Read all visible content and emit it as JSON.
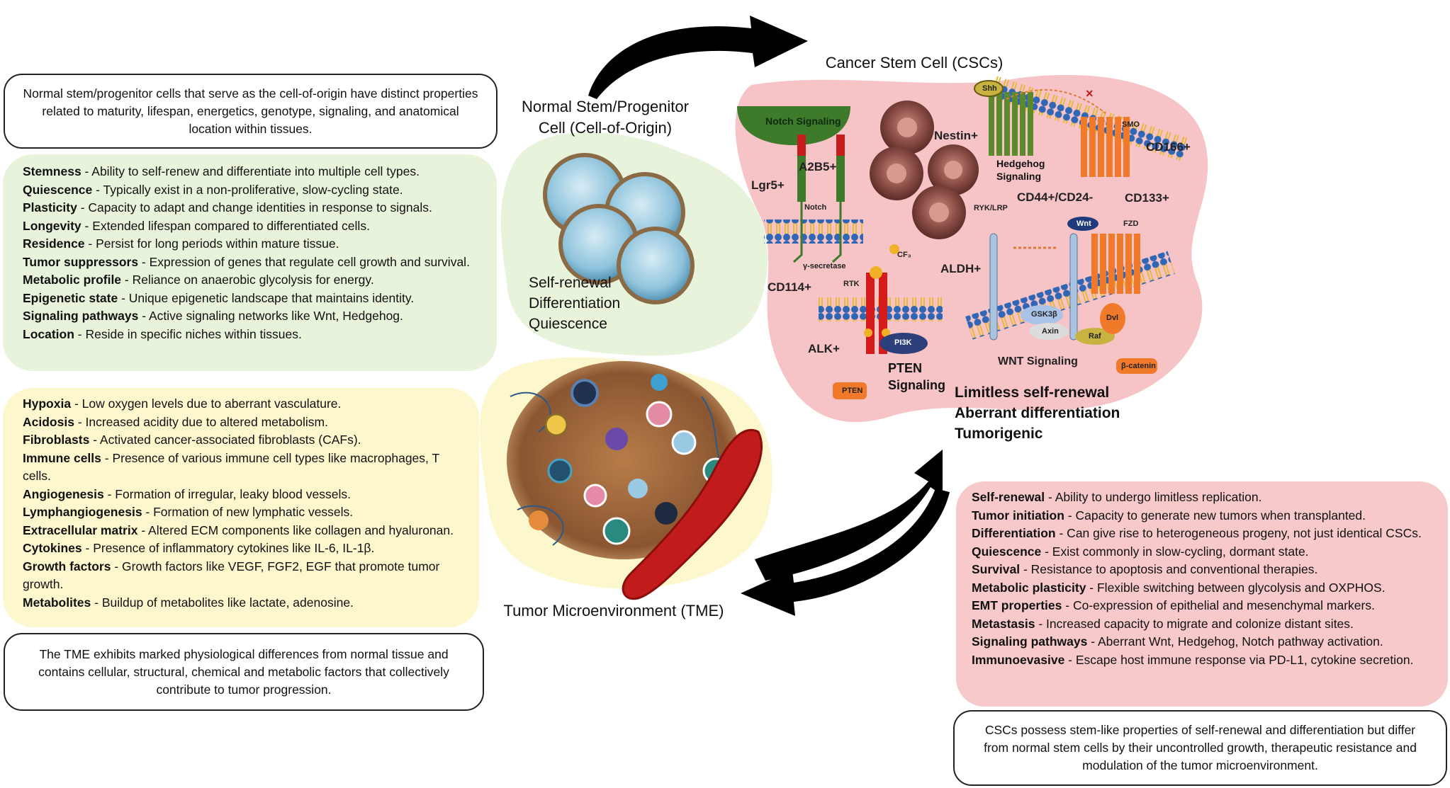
{
  "normal_cell": {
    "intro": "Normal stem/progenitor cells that serve as the cell-of-origin have distinct properties related to maturity, lifespan, energetics, genotype, signaling, and anatomical location within tissues.",
    "title_line1": "Normal Stem/Progenitor",
    "title_line2": "Cell (Cell-of-Origin)",
    "properties": [
      {
        "term": "Stemness",
        "desc": " - Ability to self-renew and differentiate into multiple cell types."
      },
      {
        "term": "Quiescence",
        "desc": " - Typically exist in a non-proliferative, slow-cycling state."
      },
      {
        "term": "Plasticity",
        "desc": " - Capacity to adapt and change identities in response to signals."
      },
      {
        "term": "Longevity",
        "desc": " - Extended lifespan compared to differentiated cells."
      },
      {
        "term": "Residence",
        "desc": " - Persist for long periods within mature tissue."
      },
      {
        "term": "Tumor suppressors",
        "desc": " - Expression of genes that regulate cell growth and survival."
      },
      {
        "term": "Metabolic profile",
        "desc": " - Reliance on anaerobic glycolysis for energy."
      },
      {
        "term": "Epigenetic state",
        "desc": " - Unique epigenetic landscape that maintains identity."
      },
      {
        "term": "Signaling pathways",
        "desc": " - Active signaling networks like Wnt, Hedgehog."
      },
      {
        "term": "Location",
        "desc": " - Reside in specific niches within tissues."
      }
    ],
    "image_caption": [
      "Self-renewal",
      "Differentiation",
      "Quiescence"
    ]
  },
  "tme": {
    "title": "Tumor Microenvironment (TME)",
    "properties": [
      {
        "term": "Hypoxia",
        "desc": " - Low oxygen levels due to aberrant vasculature."
      },
      {
        "term": "Acidosis",
        "desc": " - Increased acidity due to altered metabolism."
      },
      {
        "term": "Fibroblasts",
        "desc": " - Activated cancer-associated fibroblasts (CAFs)."
      },
      {
        "term": "Immune cells",
        "desc": " - Presence of various immune cell types like macrophages, T cells."
      },
      {
        "term": "Angiogenesis",
        "desc": " - Formation of irregular, leaky blood vessels."
      },
      {
        "term": "Lymphangiogenesis",
        "desc": " - Formation of new lymphatic vessels."
      },
      {
        "term": "Extracellular matrix",
        "desc": " - Altered ECM components like collagen and hyaluronan."
      },
      {
        "term": "Cytokines",
        "desc": " - Presence of inflammatory cytokines like IL-6, IL-1β."
      },
      {
        "term": "Growth factors",
        "desc": " - Growth factors like VEGF, FGF2, EGF that promote tumor growth."
      },
      {
        "term": "Metabolites",
        "desc": " - Buildup of metabolites like lactate, adenosine."
      }
    ],
    "summary": "The TME exhibits marked physiological differences from normal tissue and contains cellular, structural, chemical and metabolic factors that collectively contribute to tumor progression."
  },
  "csc": {
    "title": "Cancer Stem Cell (CSCs)",
    "markers": {
      "notch_signaling": "Notch Signaling",
      "a2b5": "A2B5+",
      "lgr5": "Lgr5+",
      "notch": "Notch",
      "gamma_secretase": "γ-secretase",
      "cd114": "CD114+",
      "nestin": "Nestin+",
      "shh": "Shh",
      "smo": "SMO",
      "x_mark": "×",
      "cd166": "CD166+",
      "hedgehog_line1": "Hedgehog",
      "hedgehog_line2": "Signaling",
      "cd44_cd24": "CD44+/CD24-",
      "cd133": "CD133+",
      "ryk_lrp": "RYK/LRP",
      "wnt": "Wnt",
      "fzd": "FZD",
      "cf": "CF₃",
      "rtk": "RTK",
      "aldh": "ALDH+",
      "alk": "ALK+",
      "pi3k": "PI3K",
      "pten_label": "PTEN",
      "pten_line1": "PTEN",
      "pten_line2": "Signaling",
      "gsk3b": "GSK3β",
      "axin": "Axin",
      "dvl": "Dvl",
      "raf": "Raf",
      "wnt_signaling": "WNT Signaling",
      "beta_catenin": "β-catenin"
    },
    "features": [
      "Limitless self-renewal",
      "Aberrant differentiation",
      "Tumorigenic"
    ],
    "properties": [
      {
        "term": "Self-renewal",
        "desc": " - Ability to undergo limitless replication."
      },
      {
        "term": "Tumor initiation",
        "desc": " - Capacity to generate new tumors when transplanted."
      },
      {
        "term": "Differentiation",
        "desc": " - Can give rise to heterogeneous progeny, not just identical CSCs."
      },
      {
        "term": "Quiescence",
        "desc": " - Exist commonly in slow-cycling, dormant state."
      },
      {
        "term": "Survival",
        "desc": " - Resistance to apoptosis and conventional therapies."
      },
      {
        "term": "Metabolic plasticity",
        "desc": " - Flexible switching between glycolysis and OXPHOS."
      },
      {
        "term": "EMT properties",
        "desc": " - Co-expression of epithelial and mesenchymal markers."
      },
      {
        "term": "Metastasis",
        "desc": " - Increased capacity to migrate and colonize distant sites."
      },
      {
        "term": "Signaling pathways",
        "desc": " - Aberrant Wnt, Hedgehog, Notch pathway activation."
      },
      {
        "term": "Immunoevasive",
        "desc": " - Escape host immune response via PD-L1, cytokine secretion."
      }
    ],
    "summary": "CSCs possess stem-like properties of self-renewal and differentiation but differ from normal stem cells by their uncontrolled growth, therapeutic resistance and modulation of the tumor microenvironment."
  },
  "colors": {
    "green_panel": "#e8f3dc",
    "yellow_panel": "#fcf7cd",
    "pink_panel": "#f7c9cb",
    "csc_blob": "#f6c3c6",
    "arrow": "#000000"
  }
}
